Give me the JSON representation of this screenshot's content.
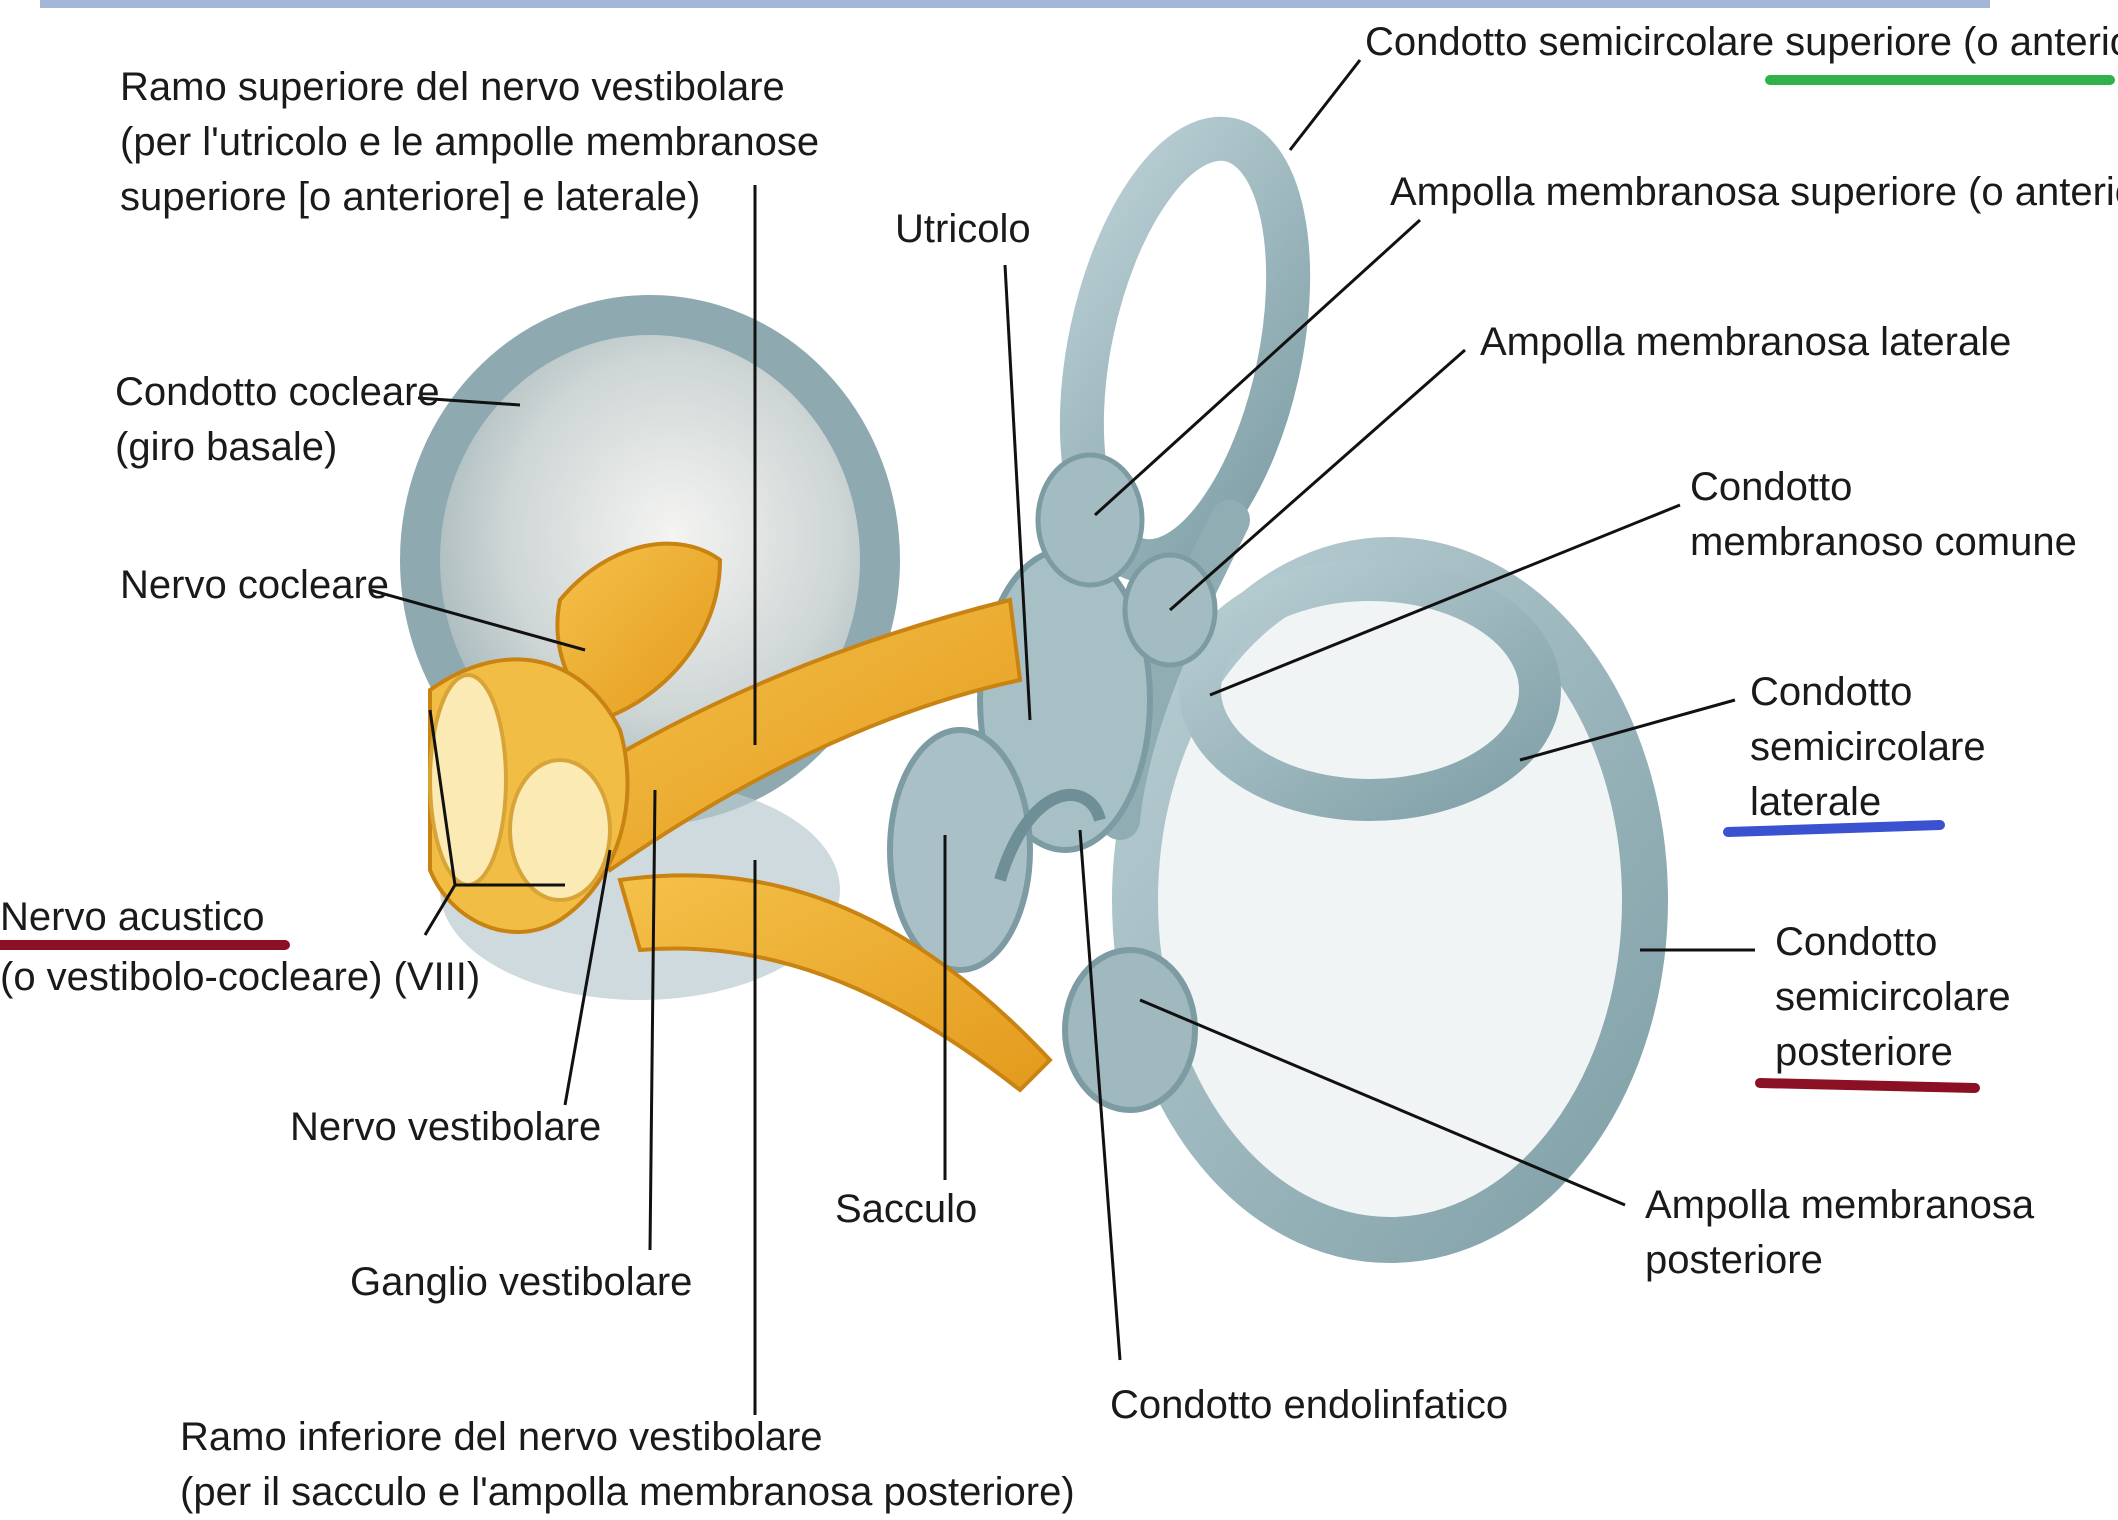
{
  "labels": {
    "ramo_superiore": [
      "Ramo superiore del nervo vestibolare",
      "(per l'utricolo e le ampolle membranose",
      "superiore [o anteriore] e laterale)"
    ],
    "condotto_cocleare": [
      "Condotto cocleare",
      "(giro basale)"
    ],
    "nervo_cocleare": "Nervo cocleare",
    "nervo_acustico": [
      "Nervo acustico",
      "(o vestibolo-cocleare) (VIII)"
    ],
    "nervo_vestibolare": "Nervo vestibolare",
    "ganglio_vestibolare": "Ganglio vestibolare",
    "ramo_inferiore": [
      "Ramo inferiore del nervo vestibolare",
      "(per il sacculo e l'ampolla membranosa posteriore)"
    ],
    "utricolo": "Utricolo",
    "sacculo": "Sacculo",
    "condotto_endolinfatico": "Condotto endolinfatico",
    "condotto_superiore": "Condotto semicircolare superiore (o anteriore)",
    "ampolla_superiore": "Ampolla membranosa superiore (o anteriore)",
    "ampolla_laterale": "Ampolla membranosa laterale",
    "condotto_comune": [
      "Condotto",
      "membranoso comune"
    ],
    "condotto_laterale": [
      "Condotto",
      "semicircolare",
      "laterale"
    ],
    "condotto_posteriore": [
      "Condotto",
      "semicircolare",
      "posteriore"
    ],
    "ampolla_posteriore": [
      "Ampolla membranosa",
      "posteriore"
    ]
  },
  "highlights": {
    "superiore": "#2fb24a",
    "laterale": "#3b52d0",
    "posteriore": "#8b1024",
    "acustico": "#8b1024"
  }
}
